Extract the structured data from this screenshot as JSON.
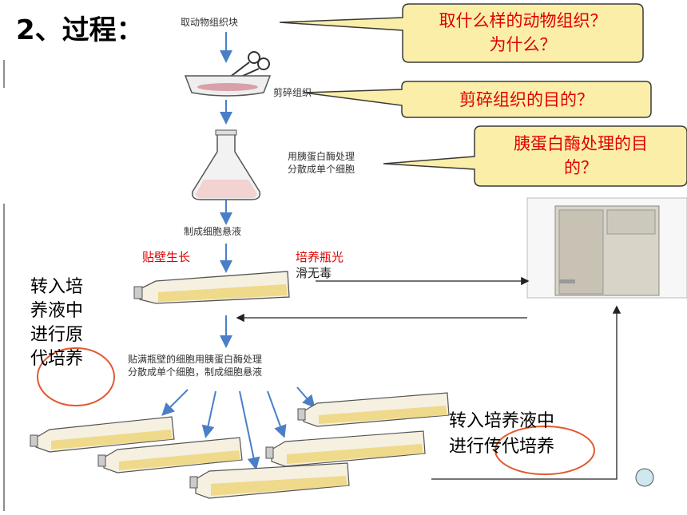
{
  "slide": {
    "title": "2、过程：",
    "steps": {
      "step1": "取动物组织块",
      "step2": "剪碎组织",
      "step3_line1": "用胰蛋白酶处理",
      "step3_line2": "分散成单个细胞",
      "step4": "制成细胞悬液",
      "step5_line1": "贴满瓶壁的细胞用胰蛋白酶处理",
      "step5_line2": "分散成单个细胞，制成细胞悬液"
    },
    "red_labels": {
      "adherent": "贴壁生长",
      "flask_line1": "培养瓶光",
      "flask_line2": "滑无毒"
    },
    "callouts": {
      "q1_line1": "取什么样的动物组织？",
      "q1_line2": "为什么？",
      "q2": "剪碎组织的目的？",
      "q3_line1": "胰蛋白酶处理的目",
      "q3_line2": "的？"
    },
    "notes": {
      "primary_l1": "转入培",
      "primary_l2": "养液中",
      "primary_l3": "进行原",
      "primary_l4": "代培养",
      "secondary_l1": "转入培养液中",
      "secondary_l2": "进行传代培养"
    }
  },
  "colors": {
    "callout_fill": "#fbeea8",
    "callout_border": "#3a3a3a",
    "question_text": "#e00000",
    "arrow_blue": "#4a7fc8",
    "ellipse_red": "#e05a30",
    "circle_fill": "#cde8ef"
  }
}
